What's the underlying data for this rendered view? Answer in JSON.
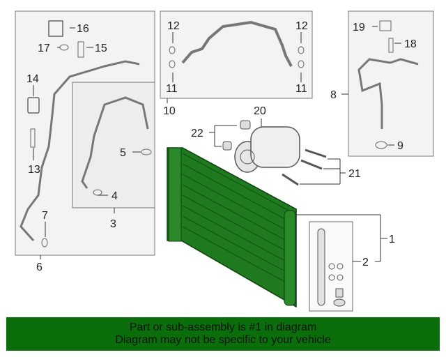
{
  "diagram": {
    "callouts": [
      "1",
      "2",
      "3",
      "4",
      "5",
      "6",
      "7",
      "8",
      "9",
      "10",
      "11",
      "11",
      "12",
      "12",
      "13",
      "14",
      "15",
      "16",
      "17",
      "18",
      "19",
      "20",
      "21",
      "22"
    ],
    "colors": {
      "highlight": "#1f7a1f",
      "line": "#333333",
      "panel": "#f2f2f2",
      "footer": "#0a6e0a"
    }
  },
  "footer": {
    "line1": "Part or sub-assembly is #1 in diagram",
    "line2": "Diagram may not be specific to your vehicle"
  }
}
